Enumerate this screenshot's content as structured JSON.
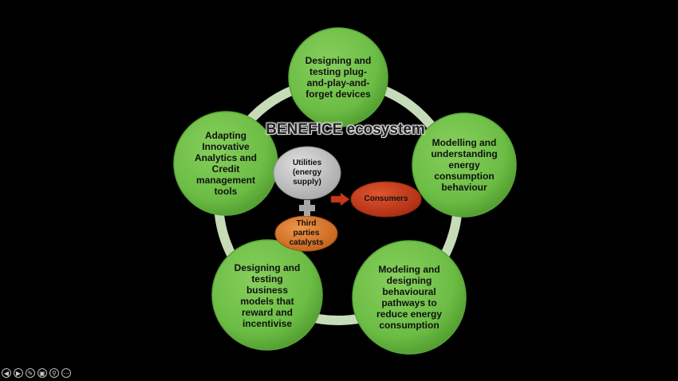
{
  "diagram": {
    "title": "BENEFICE ecosystem",
    "outer_nodes": [
      {
        "label": "Designing and testing plug-and-play-and-forget devices",
        "lines": [
          "Designing and",
          "testing plug-",
          "and-play-and-",
          "forget devices"
        ]
      },
      {
        "label": "Modelling and understanding energy consumption behaviour",
        "lines": [
          "Modelling and",
          "understanding",
          "energy",
          "consumption",
          "behaviour"
        ]
      },
      {
        "label": "Modeling and designing behavioural pathways to reduce energy consumption",
        "lines": [
          "Modeling and",
          "designing",
          "behavioural",
          "pathways to",
          "reduce energy",
          "consumption"
        ]
      },
      {
        "label": "Designing and testing business models that reward and incentivise",
        "lines": [
          "Designing and",
          "testing",
          "business",
          "models that",
          "reward and",
          "incentivise"
        ]
      },
      {
        "label": "Adapting Innovative Analytics and Credit management tools",
        "lines": [
          "Adapting",
          "Innovative",
          "Analytics and",
          "Credit",
          "management",
          "tools"
        ]
      }
    ],
    "inner": {
      "utilities": {
        "label": "Utilities (energy supply)",
        "lines": [
          "Utilities",
          "(energy",
          "supply)"
        ]
      },
      "third_parties": {
        "label": "Third parties catalysts",
        "lines": [
          "Third",
          "parties",
          "catalysts"
        ]
      },
      "consumers": {
        "label": "Consumers"
      }
    },
    "colors": {
      "node_green": "#6cbd45",
      "ring": "#c6dcb8",
      "utilities_gray": "#bfbfbf",
      "third_parties_orange": "#d9732a",
      "consumers_red": "#c4381c",
      "arrow_red": "#c4381c",
      "plus_gray": "#a6a6a6"
    }
  },
  "controls": {
    "icons": [
      "previous-icon",
      "next-icon",
      "pen-icon",
      "slides-icon",
      "zoom-icon",
      "more-icon"
    ]
  }
}
